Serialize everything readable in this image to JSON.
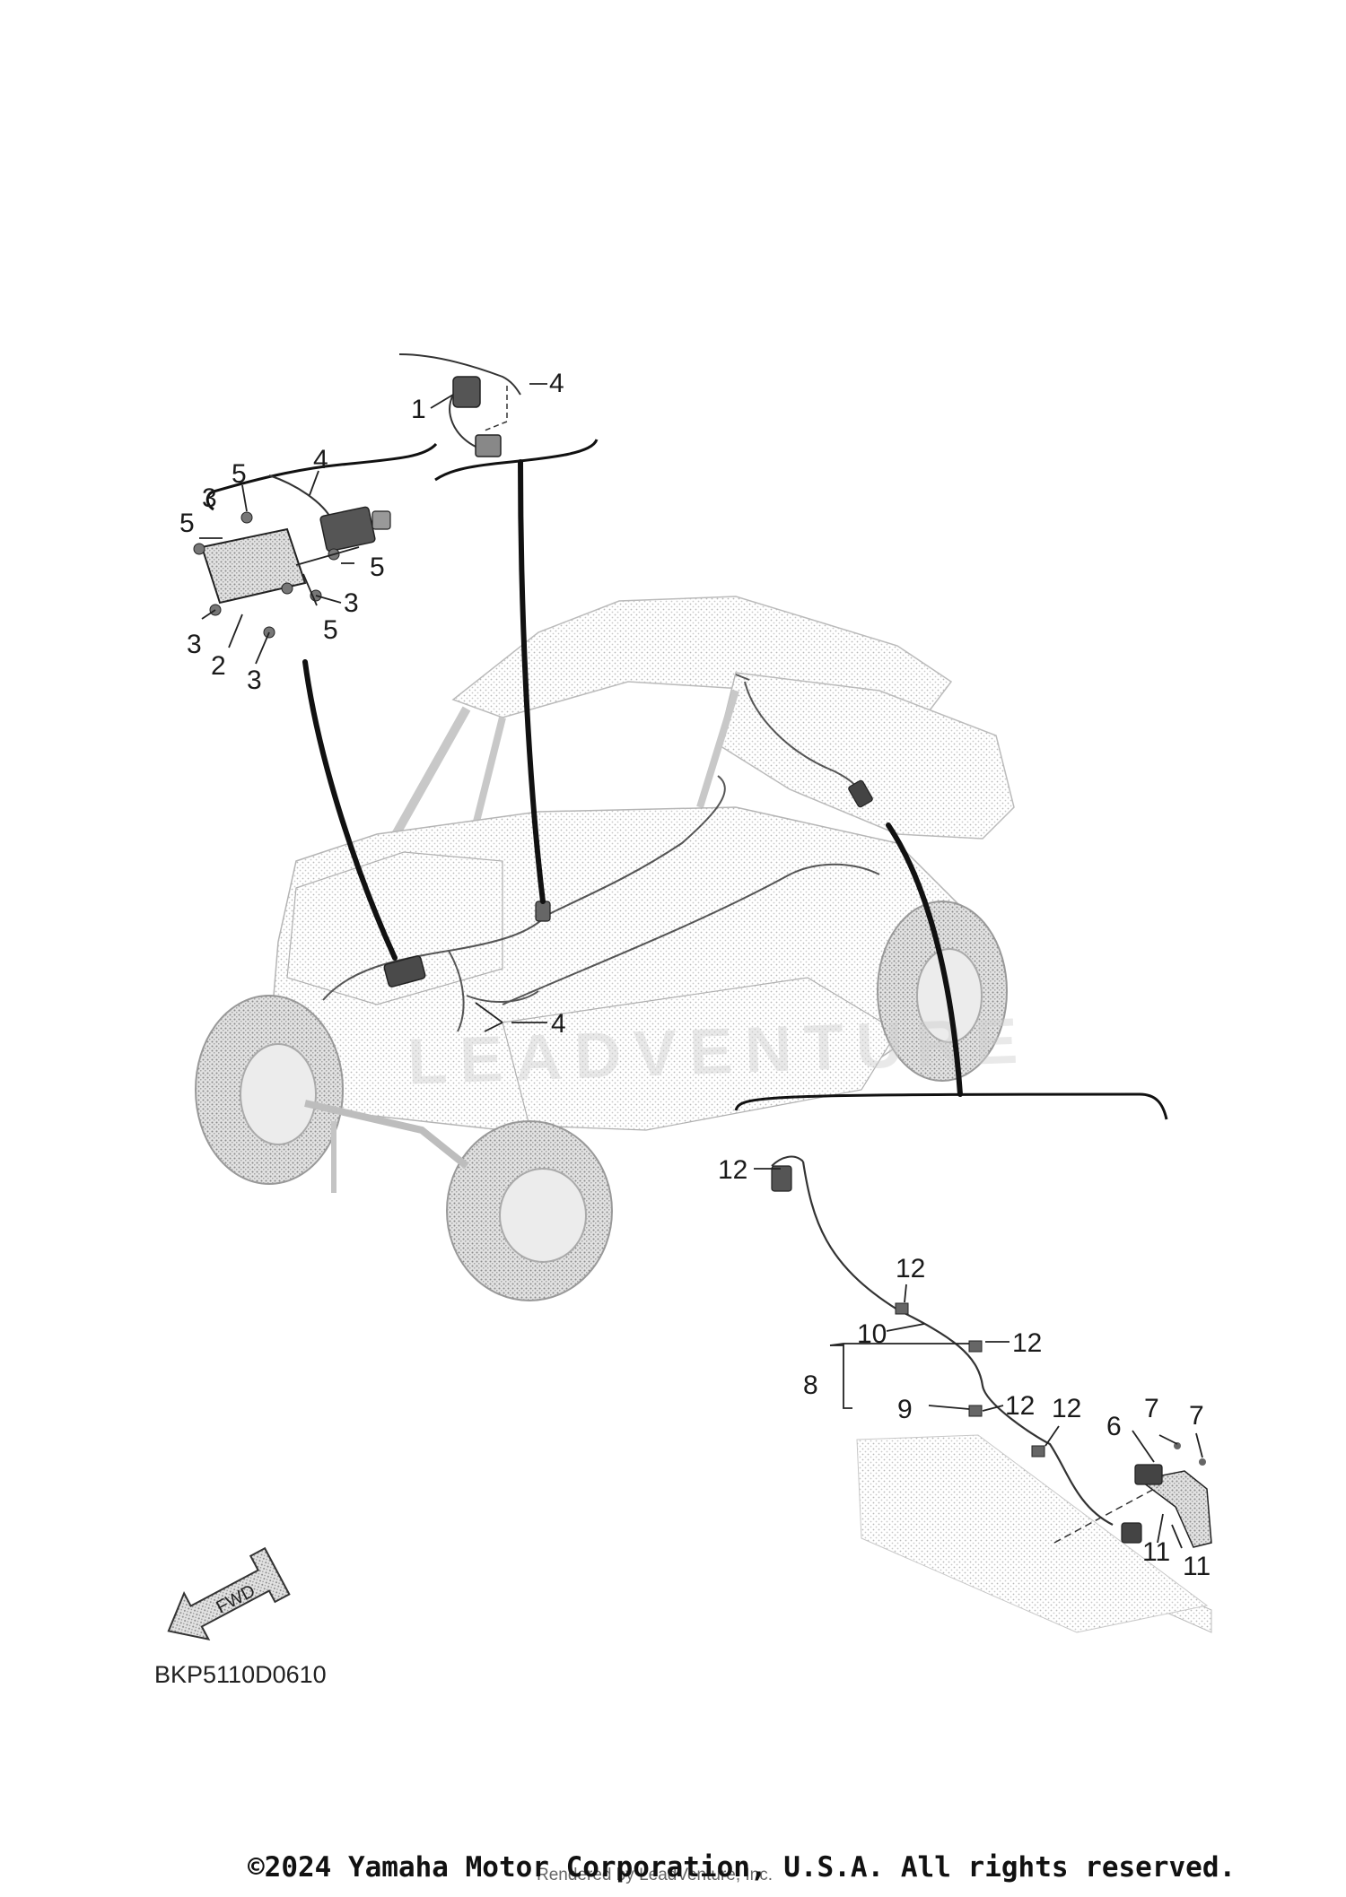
{
  "diagram": {
    "code": "BKP5110D0610",
    "fwd_label": "FWD",
    "watermark": "LEADVENTURE"
  },
  "callouts": {
    "c1": "1",
    "c2": "2",
    "c3a": "3",
    "c3b": "3",
    "c3c": "3",
    "c3d": "3",
    "c4a": "4",
    "c4b": "4",
    "c4c": "4",
    "c5a": "5",
    "c5b": "5",
    "c5c": "5",
    "c5d": "5",
    "c6": "6",
    "c7a": "7",
    "c7b": "7",
    "c8": "8",
    "c9": "9",
    "c10": "10",
    "c11a": "11",
    "c11b": "11",
    "c12a": "12",
    "c12b": "12",
    "c12c": "12",
    "c12d": "12",
    "c12e": "12"
  },
  "footer": {
    "copyright": "©2024 Yamaha Motor Corporation, U.S.A. All rights reserved.",
    "rendered_by": "Rendered by LeadVenture, Inc."
  }
}
